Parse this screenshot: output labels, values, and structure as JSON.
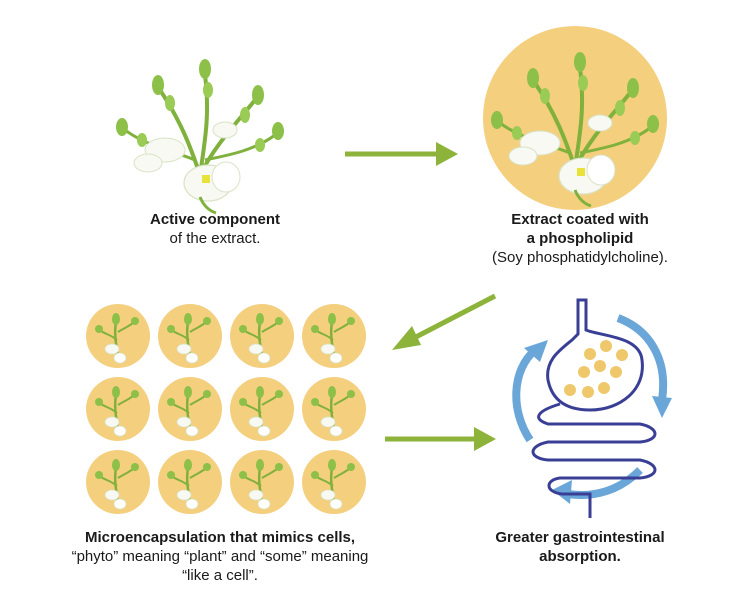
{
  "steps": [
    {
      "title": "Active component",
      "subtitle": "of the extract."
    },
    {
      "title_line1": "Extract coated with",
      "title_line2": "a phospholipid",
      "subtitle": "(Soy phosphatidylcholine)."
    },
    {
      "title": "Microencapsulation that mimics cells,",
      "line2": "“phyto” meaning “plant” and “some” meaning",
      "line3": "“like a cell”."
    },
    {
      "title_line1": "Greater gastrointestinal",
      "title_line2": "absorption."
    }
  ],
  "phytosome_grid": {
    "rows": 3,
    "cols": 4
  },
  "colors": {
    "arrow_green": "#8db33a",
    "coating_yellow": "#f4cf7e",
    "digestive_outline": "#3a3f96",
    "flow_arrow_blue": "#6aa6d8",
    "leaf_green": "#7fb13c",
    "flower_white": "#f7f9f2"
  },
  "icons": [
    "flower-sprig-icon",
    "coated-flower-icon",
    "phytosome-icon",
    "digestive-tract-icon",
    "right-arrow-icon",
    "down-left-arrow-icon",
    "circular-flow-arrow-icon"
  ]
}
